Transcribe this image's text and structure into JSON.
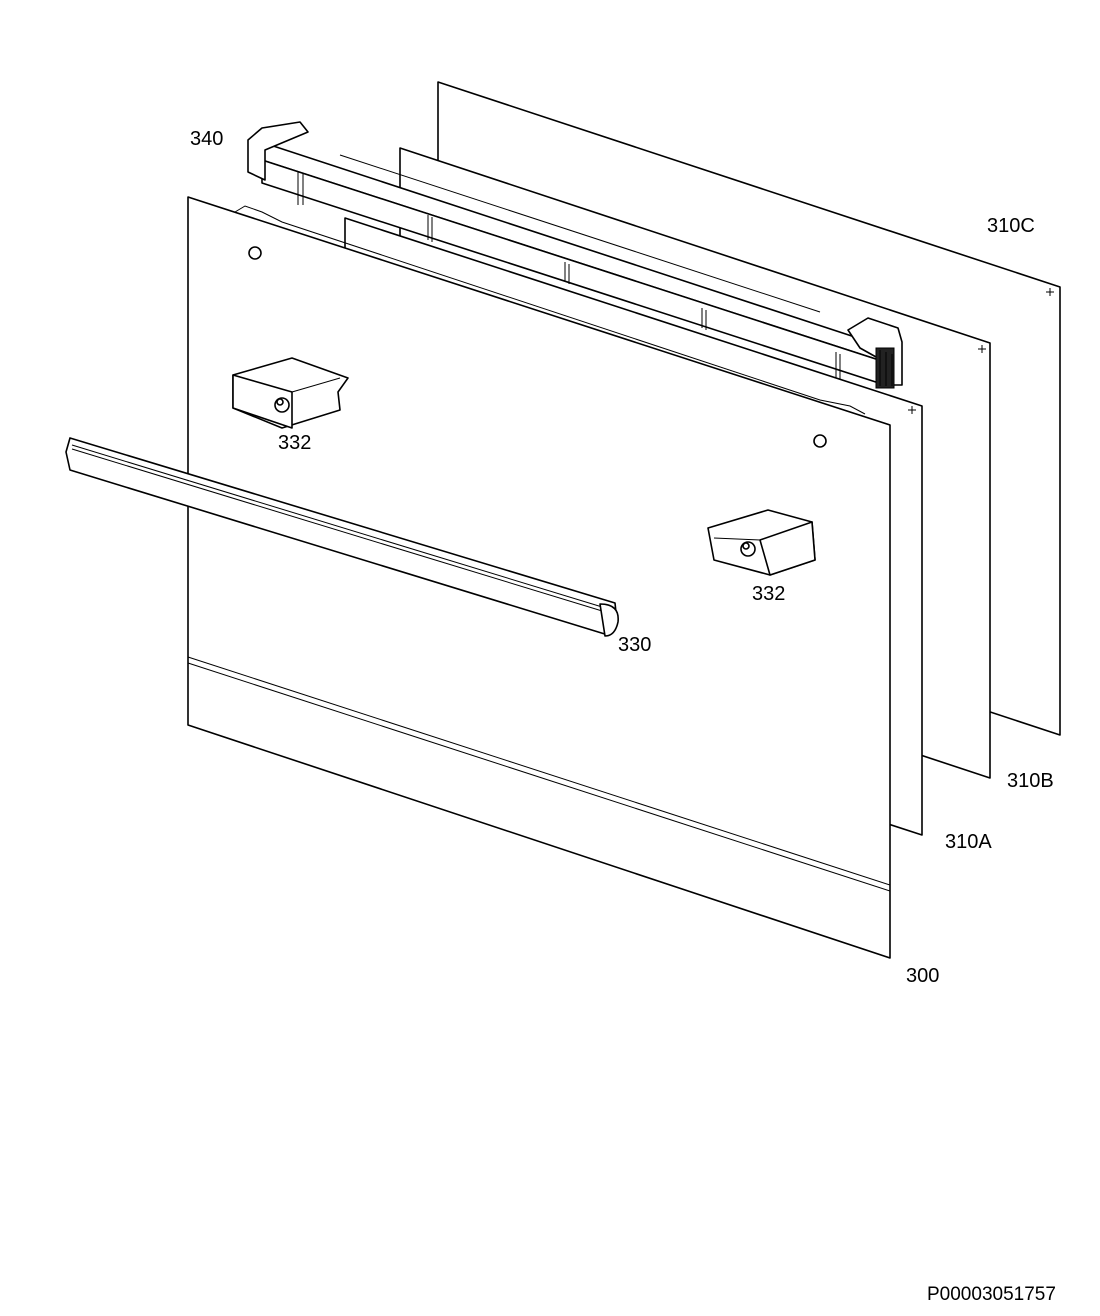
{
  "labels": {
    "p340": "340",
    "p310c": "310C",
    "p332_left": "332",
    "p332_right": "332",
    "p330": "330",
    "p310b": "310B",
    "p310a": "310A",
    "p300": "300"
  },
  "document_id": "P00003051757",
  "colors": {
    "line": "#000000",
    "background": "#ffffff"
  }
}
